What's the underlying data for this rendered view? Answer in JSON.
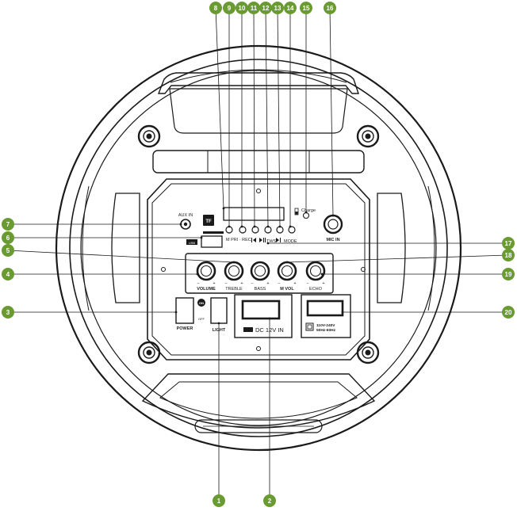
{
  "colors": {
    "callout": "#6a9a32",
    "line": "#1a1a1a",
    "background": "#ffffff"
  },
  "callouts": [
    "1",
    "2",
    "3",
    "4",
    "5",
    "6",
    "7",
    "8",
    "9",
    "10",
    "11",
    "12",
    "13",
    "14",
    "15",
    "16",
    "17",
    "18",
    "19",
    "20"
  ],
  "panel": {
    "aux_in": "AUX IN",
    "tf": "TF",
    "usb": "USB",
    "charge": "Charge",
    "mic_in": "MIC IN",
    "m_pri_rec": "M PRI · REC",
    "tws": "TWS",
    "mode": "MODE",
    "knob_labels": [
      "VOLUME",
      "TREBLE",
      "BASS",
      "M VOL",
      "ECHO"
    ],
    "minus": "−",
    "plus": "+",
    "on": "ON",
    "off": "OFF",
    "power": "POWER",
    "light": "LIGHT",
    "dc_in": "DC 12V IN",
    "ac_line1": "110V-240V",
    "ac_line2": "50Hz-60Hz"
  }
}
